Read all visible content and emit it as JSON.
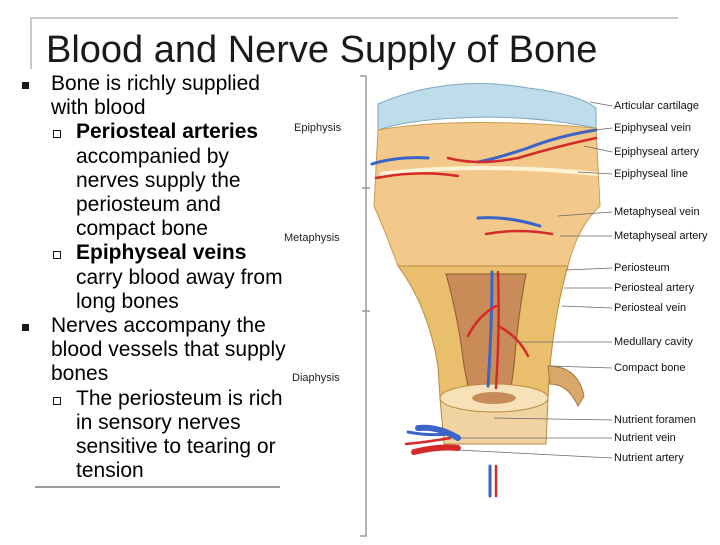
{
  "title": "Blood and Nerve Supply of Bone",
  "bullets": [
    {
      "text": "Bone is richly supplied with blood",
      "sub": [
        {
          "bold": "Periosteal arteries",
          "rest": "accompanied by nerves supply the periosteum and compact bone"
        },
        {
          "bold": "Epiphyseal veins",
          "rest": "carry blood away from long bones"
        }
      ]
    },
    {
      "text": "Nerves accompany the blood vessels that supply bones",
      "sub": [
        {
          "bold": "",
          "rest": "The periosteum is rich in sensory nerves sensitive to tearing or tension"
        }
      ]
    }
  ],
  "figure": {
    "zones": [
      "Epiphysis",
      "Metaphysis",
      "Diaphysis"
    ],
    "callouts": [
      "Articular cartilage",
      "Epiphyseal vein",
      "Epiphyseal artery",
      "Epiphyseal line",
      "Metaphyseal vein",
      "Metaphyseal artery",
      "Periosteum",
      "Periosteal artery",
      "Periosteal vein",
      "Medullary cavity",
      "Compact bone",
      "Nutrient foramen",
      "Nutrient vein",
      "Nutrient artery"
    ],
    "colors": {
      "artery": "#d42a2a",
      "vein": "#3a64c8",
      "cartilage": "#bfdcea",
      "spongy_bone": "#f2c98a",
      "compact_bone": "#e9bf6d",
      "medullary": "#c98c58",
      "periosteum": "#d8a868"
    }
  }
}
